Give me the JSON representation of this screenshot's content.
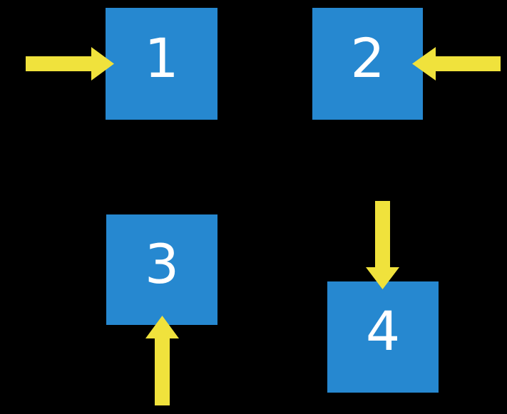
{
  "colors": {
    "background": "#000000",
    "square_fill": "#2688d0",
    "arrow_fill": "#f0e23c",
    "label_color": "#ffffff"
  },
  "squares": [
    {
      "label": "1",
      "arrow_direction": "right",
      "arrow_from": "left"
    },
    {
      "label": "2",
      "arrow_direction": "left",
      "arrow_from": "right"
    },
    {
      "label": "3",
      "arrow_direction": "up",
      "arrow_from": "bottom"
    },
    {
      "label": "4",
      "arrow_direction": "down",
      "arrow_from": "top"
    }
  ]
}
